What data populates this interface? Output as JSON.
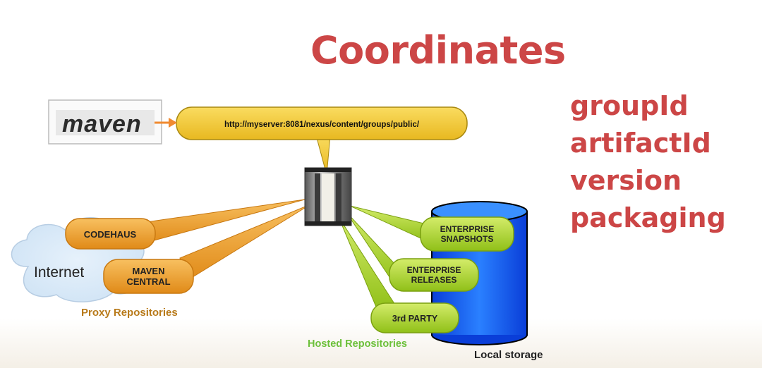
{
  "title": "Coordinates",
  "coordinates": [
    "groupId",
    "artifactId",
    "version",
    "packaging"
  ],
  "diagram": {
    "client_logo": "maven",
    "url": "http://myserver:8081/nexus/content/groups/public/",
    "cloud_label": "Internet",
    "proxy_repositories": [
      "CODEHAUS",
      "MAVEN CENTRAL"
    ],
    "proxy_label": "Proxy Repositories",
    "hosted_repositories": [
      "ENTERPRISE SNAPSHOTS",
      "ENTERPRISE RELEASES",
      "3rd PARTY"
    ],
    "hosted_label": "Hosted Repositories",
    "storage_label": "Local storage",
    "server_icon": "vault-server-icon",
    "colors": {
      "title": "#cc4646",
      "proxy": "#f0a030",
      "hosted": "#a8d020",
      "url_bubble": "#f2c830",
      "storage": "#1a66f0",
      "proxy_label": "#b87a1a",
      "hosted_label": "#6cc03a"
    }
  }
}
